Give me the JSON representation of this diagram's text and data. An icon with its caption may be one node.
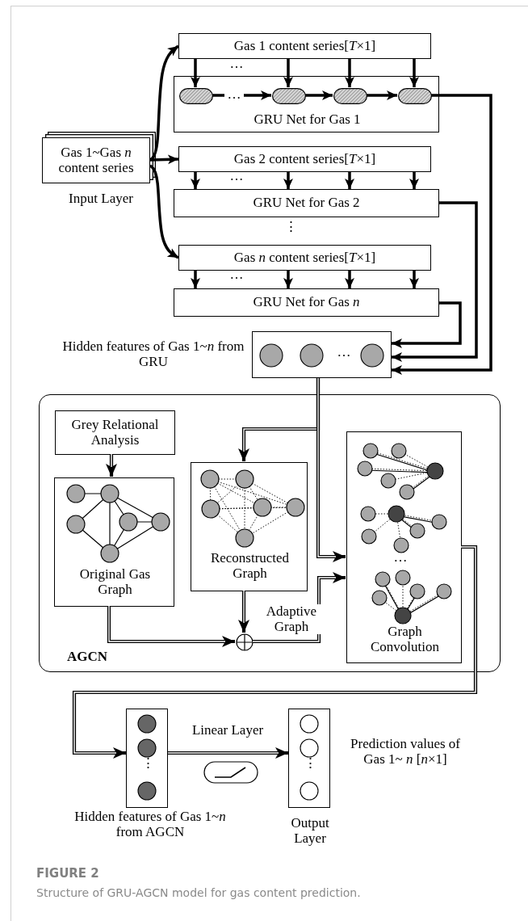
{
  "diagram": {
    "title": "FIGURE 2",
    "caption": "Structure of GRU-AGCN model for gas content prediction.",
    "nodes": [
      {
        "text": [
          "Gas 1~Gas *n* content series"
        ],
        "beside": [
          "Input Layer"
        ]
      },
      {
        "text": [
          "Gas 1 content series[*T*×1]"
        ]
      },
      {
        "text": [
          "GRU Net for Gas 1"
        ]
      },
      {
        "text": [],
        "shape": "ellipse",
        "in": 2
      },
      {
        "text": [],
        "shape": "ellipse",
        "in": 2
      },
      {
        "text": [],
        "shape": "ellipse",
        "in": 2
      },
      {
        "text": [],
        "shape": "ellipse",
        "in": 2
      },
      {
        "text": [
          "Gas 2 content series[*T*×1]"
        ]
      },
      {
        "text": [
          "GRU Net for Gas 2"
        ]
      },
      {
        "text": [
          "Gas *n* content series[*T*×1]"
        ]
      },
      {
        "text": [
          "GRU Net for Gas *n*"
        ]
      },
      {
        "text": [
          "…"
        ],
        "beside": [
          "Hidden features of Gas 1~*n* from GRU"
        ]
      },
      {
        "text": [
          "AGCN"
        ]
      },
      {
        "text": [
          "Grey Relational Analysis"
        ],
        "in": 12
      },
      {
        "text": [
          "Original Gas Graph"
        ],
        "in": 12
      },
      {
        "text": [
          "Reconstructed Graph"
        ],
        "in": 12
      },
      {
        "text": [],
        "shape": "circle",
        "in": 12
      },
      {
        "text": [
          "…",
          "Graph Convolution"
        ],
        "in": 12
      },
      {
        "text": [
          "⋮"
        ],
        "beside": [
          "Hidden features of Gas 1~*n* from AGCN"
        ]
      },
      {
        "text": [
          "⋮"
        ],
        "beside": [
          "Output Layer",
          "Prediction values of Gas 1~ *n* [*n*×1]"
        ]
      }
    ],
    "edges": [
      {
        "from": 0,
        "to": 1,
        "arrow": "to"
      },
      {
        "from": 0,
        "to": 7,
        "arrow": "to"
      },
      {
        "from": 0,
        "to": 9,
        "arrow": "to"
      },
      {
        "from": 1,
        "to": 3,
        "arrow": "to"
      },
      {
        "from": 1,
        "to": 4,
        "arrow": "to"
      },
      {
        "from": 1,
        "to": 5,
        "arrow": "to"
      },
      {
        "from": 1,
        "to": 6,
        "arrow": "to"
      },
      {
        "from": 3,
        "to": 4,
        "arrow": "to",
        "label": "…"
      },
      {
        "from": 4,
        "to": 5,
        "arrow": "to"
      },
      {
        "from": 5,
        "to": 6,
        "arrow": "to"
      },
      {
        "from": 7,
        "to": 8,
        "arrow": "to"
      },
      {
        "from": 7,
        "to": 8,
        "arrow": "to"
      },
      {
        "from": 7,
        "to": 8,
        "arrow": "to"
      },
      {
        "from": 7,
        "to": 8,
        "arrow": "to"
      },
      {
        "from": 9,
        "to": 10,
        "arrow": "to"
      },
      {
        "from": 9,
        "to": 10,
        "arrow": "to"
      },
      {
        "from": 9,
        "to": 10,
        "arrow": "to"
      },
      {
        "from": 9,
        "to": 10,
        "arrow": "to"
      },
      {
        "from": 6,
        "to": 11,
        "arrow": "to"
      },
      {
        "from": 8,
        "to": 11,
        "arrow": "to"
      },
      {
        "from": 10,
        "to": 11,
        "arrow": "to"
      },
      {
        "from": 11,
        "to": 15,
        "arrow": "to"
      },
      {
        "from": 11,
        "to": 17,
        "arrow": "to"
      },
      {
        "from": 13,
        "to": 14,
        "arrow": "to"
      },
      {
        "from": 14,
        "to": 16,
        "arrow": "to"
      },
      {
        "from": 15,
        "to": 16,
        "arrow": "to"
      },
      {
        "from": 16,
        "to": 17,
        "arrow": "to",
        "label": "Adaptive Graph"
      },
      {
        "from": 17,
        "to": 18,
        "arrow": "to"
      },
      {
        "from": 18,
        "to": 19,
        "arrow": "to",
        "label": "Linear Layer"
      }
    ],
    "labels": [
      "…",
      "…",
      "⋮",
      "…"
    ]
  }
}
